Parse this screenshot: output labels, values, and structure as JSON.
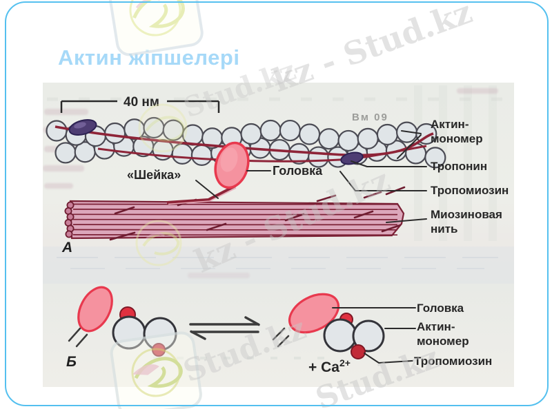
{
  "slide": {
    "title": "Актин жіпшелері"
  },
  "watermark": {
    "brand": "Stud.kz",
    "top_diagonal": "kz - Stud.kz",
    "upper_mid_diagonal": "Stud.kz",
    "mid_diagonal": "kz - Stud.kz",
    "bottom_left_diagonal": "Stud.kz",
    "bottom_right_diagonal": "Stud.kz"
  },
  "figure": {
    "scale_bar": "40 нм",
    "ghost_text": "Вм 09",
    "panel_a": {
      "label": "А",
      "annotations": {
        "actin_line1": "Актин-",
        "actin_line2": "мономер",
        "troponin": "Тропонин",
        "tropomyosin": "Тропомиозин",
        "myosin_line1": "Миозиновая",
        "myosin_line2": "нить",
        "neck": "«Шейка»",
        "head": "Головка"
      }
    },
    "panel_b": {
      "label": "Б",
      "annotations": {
        "head": "Головка",
        "actin_line1": "Актин-",
        "actin_line2": "мономер",
        "tropomyosin": "Тропомиозин",
        "calcium_base": "+ Ca",
        "calcium_sup": "2+"
      }
    }
  },
  "colors": {
    "border_blue": "#54c0ef",
    "title_blue": "#a6d9f8",
    "scan_background": "#ecede8",
    "head_pink": "#f5929f",
    "head_outline": "#e8394e",
    "myosin_pink": "#dca7bb",
    "filament_red": "#8e2438",
    "troponin_purple": "#4e3d73",
    "bead_gray": "#e0e5e8",
    "label_black": "#262626",
    "watermark_gray": "#c7c7c7"
  }
}
